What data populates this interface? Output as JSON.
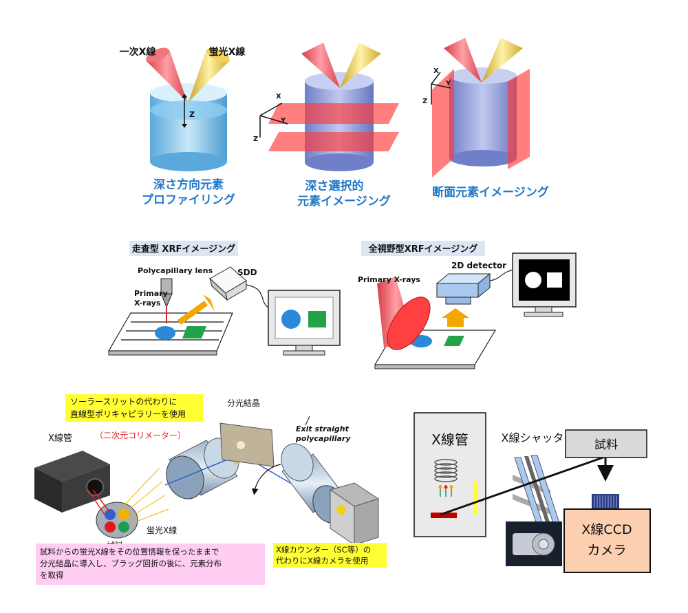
{
  "panel_a": {
    "primary_label": "一次X線",
    "fluor_label": "蛍光X線",
    "axes": {
      "x": "X",
      "y": "Y",
      "z": "Z"
    },
    "caption1_line1": "深さ方向元素",
    "caption1_line2": "プロファイリング",
    "caption2_line1": "深さ選択的",
    "caption2_line2": "元素イメージング",
    "caption3": "断面元素イメージング"
  },
  "panel_b": {
    "title_left": "走査型 XRFイメージング",
    "title_right": "全視野型XRFイメージング",
    "polycap": "Polycapillary lens",
    "sdd": "SDD",
    "primary_line1": "Primary",
    "primary_line2": "X-rays",
    "primary_right": "Primary X-rays",
    "detector_2d": "2D detector"
  },
  "panel_c": {
    "note_top_line1": "ソーラースリットの代わりに",
    "note_top_line2": "直線型ポリキャピラリーを使用",
    "collimator": "（二次元コリメーター）",
    "crystal": "分光結晶",
    "tube": "X線管",
    "exit_line1": "Exit straight",
    "exit_line2": "polycapillary",
    "fluor": "蛍光X線",
    "sample": "試料",
    "note_bottom_line1": "試料からの蛍光X線をその位置情報を保ったままで",
    "note_bottom_line2": "分光結晶に導入し、ブラッグ回折の後に、元素分布",
    "note_bottom_line3": "を取得",
    "note_camera_line1": "X線カウンター（SC等）の",
    "note_camera_line2": "代わりにX線カメラを使用"
  },
  "panel_d": {
    "tube": "X線管",
    "shutter": "X線シャッター",
    "sample": "試料",
    "camera_line1": "X線CCD",
    "camera_line2": "カメラ"
  },
  "colors": {
    "caption_blue": "#1f78c8",
    "red_beam": "#e8505a",
    "gold_beam": "#e2c24a",
    "plane_red": "#ff3b3b",
    "note_yellow": "#ffff33",
    "note_pink": "#ffccf2",
    "camera_box": "#fbcfb0"
  }
}
